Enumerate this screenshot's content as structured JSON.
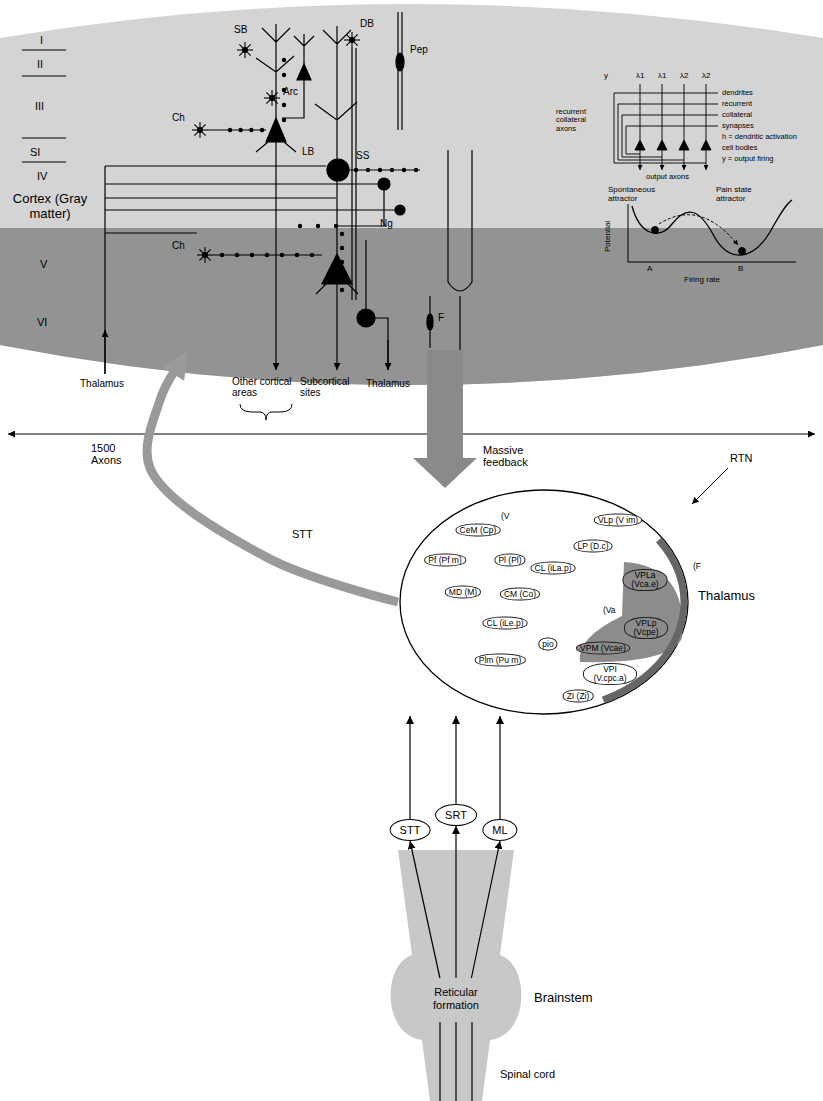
{
  "diagram": {
    "nodes": [
      {
        "text": [
          "Cortex (Gray matter)"
        ]
      },
      {
        "text": [
          "Thalamus"
        ]
      },
      {
        "text": [
          "VLp (V im)"
        ],
        "in": 1
      },
      {
        "text": [
          "CeM (Cp)"
        ],
        "in": 1
      },
      {
        "text": [
          "LP (D.c)"
        ],
        "in": 1
      },
      {
        "text": [
          "Pf (Pf m)"
        ],
        "in": 1
      },
      {
        "text": [
          "Pl (Pl)"
        ],
        "in": 1
      },
      {
        "text": [
          "CL (iLa.p)"
        ],
        "in": 1
      },
      {
        "text": [
          "MD (M)"
        ],
        "in": 1
      },
      {
        "text": [
          "CM (Co)"
        ],
        "in": 1
      },
      {
        "text": [
          "CL (iLe.p)"
        ],
        "in": 1
      },
      {
        "text": [
          "VPLa (Vca.e)"
        ],
        "in": 1
      },
      {
        "text": [
          "VPLp (Vcpe)"
        ],
        "in": 1
      },
      {
        "text": [
          "VPM (Vcae)"
        ],
        "in": 1
      },
      {
        "text": [
          "VPI (V.cpc.a)"
        ],
        "in": 1
      },
      {
        "text": [
          "pio"
        ],
        "in": 1
      },
      {
        "text": [
          "Plm (Pu m)"
        ],
        "in": 1
      },
      {
        "text": [
          "ZI (Zi)"
        ],
        "in": 1
      },
      {
        "text": [
          "Reticular formation",
          "Brainstem"
        ]
      },
      {
        "text": [
          "STT"
        ]
      },
      {
        "text": [
          "SRT"
        ]
      },
      {
        "text": [
          "ML"
        ]
      }
    ],
    "edges": [
      {
        "from": 1,
        "to": 0,
        "arrow": "to",
        "label": "1500 Axons"
      },
      {
        "from": 0,
        "to": 1,
        "arrow": "to",
        "label": "Massive feedback"
      },
      {
        "from": 18,
        "to": 19,
        "arrow": "to"
      },
      {
        "from": 18,
        "to": 20,
        "arrow": "to"
      },
      {
        "from": 18,
        "to": 21,
        "arrow": "to"
      },
      {
        "from": 19,
        "to": 1,
        "arrow": "to"
      },
      {
        "from": 20,
        "to": 1,
        "arrow": "to"
      },
      {
        "from": 21,
        "to": 1,
        "arrow": "to"
      }
    ],
    "labels": [
      "I",
      "II",
      "III",
      "SI",
      "IV",
      "V",
      "VI",
      "SB",
      "Arc",
      "DB",
      "Pep",
      "Ch",
      "LB",
      "SS",
      "Ng",
      "Ch",
      "F",
      "Thalamus",
      "Other cortical areas",
      "Subcortical sites",
      "Thalamus",
      "STT",
      "λ1",
      "λ1",
      "λ2",
      "λ2",
      "y",
      "dendrites",
      "recurrent",
      "collateral",
      "synapses",
      "h = dendritic activation",
      "cell bodies",
      "y = output firing",
      "recurrent collateral axons",
      "output axons",
      "Spontaneous attractor",
      "Pain state attractor",
      "Potential",
      "Firing rate",
      "A",
      "B",
      "Spinal cord",
      "(V",
      "(F",
      "(Va",
      "RTN"
    ]
  }
}
